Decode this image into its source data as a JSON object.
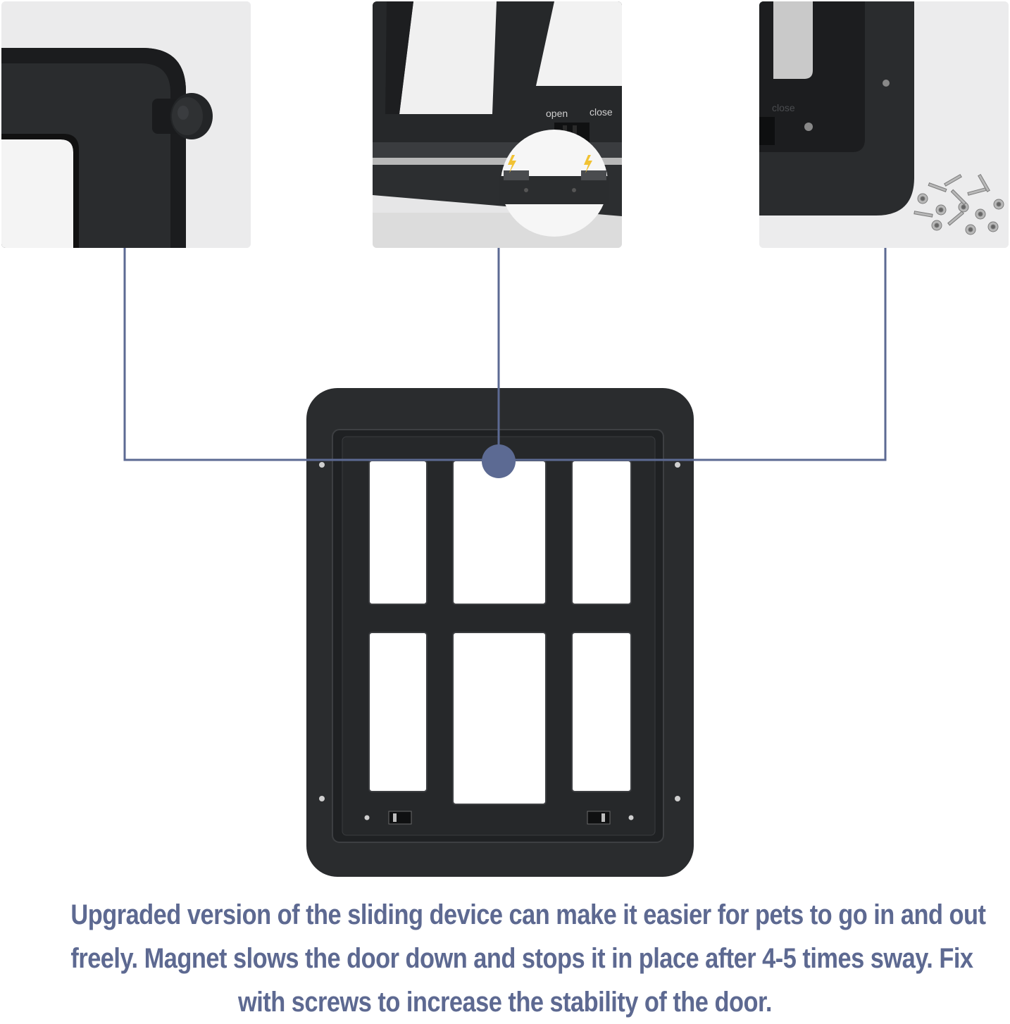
{
  "callouts": {
    "latch_closeup": {
      "label_open": "open",
      "label_close": "close"
    },
    "screws_closeup": {
      "label_close": "close"
    }
  },
  "caption": {
    "line1": "Upgraded version of the sliding device can make it easier for pets to go in and out",
    "line2": "freely. Magnet slows the door down and stops it in place after 4-5 times sway. Fix",
    "line3": "with screws to increase the stability of the door."
  },
  "colors": {
    "connector_line": "#5c6a93",
    "caption_text": "#5d6991",
    "door_frame": "#222426",
    "panel_background": "#e9e9ea",
    "magnet_icon": "#f1c232"
  },
  "icons": [
    "knob-icon",
    "magnet-icon",
    "screw-icon",
    "nut-icon",
    "hub-dot-icon"
  ]
}
